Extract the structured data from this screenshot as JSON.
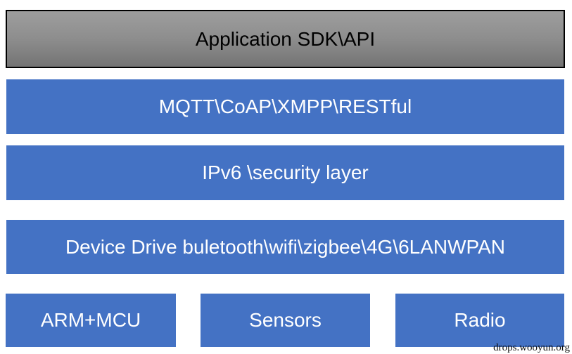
{
  "colors": {
    "layer_blue": "#4472C4",
    "gray_gradient_top": "#9e9e9e",
    "gray_gradient_bottom": "#747474",
    "gray_border": "#000000",
    "text_on_blue": "#ffffff",
    "text_on_gray": "#000000"
  },
  "diagram": {
    "layers": [
      {
        "id": "application-sdk",
        "label": "Application SDK\\API",
        "style": "gray"
      },
      {
        "id": "protocols",
        "label": "MQTT\\CoAP\\XMPP\\RESTful",
        "style": "blue"
      },
      {
        "id": "network-security",
        "label": "IPv6 \\security layer",
        "style": "blue"
      },
      {
        "id": "device-drive",
        "label": "Device Drive buletooth\\wifi\\zigbee\\4G\\6LANWPAN",
        "style": "blue"
      }
    ],
    "hardware": [
      {
        "id": "arm-mcu",
        "label": "ARM+MCU"
      },
      {
        "id": "sensors",
        "label": "Sensors"
      },
      {
        "id": "radio",
        "label": "Radio"
      }
    ]
  },
  "watermark": {
    "text": "drops.wooyun.org"
  }
}
